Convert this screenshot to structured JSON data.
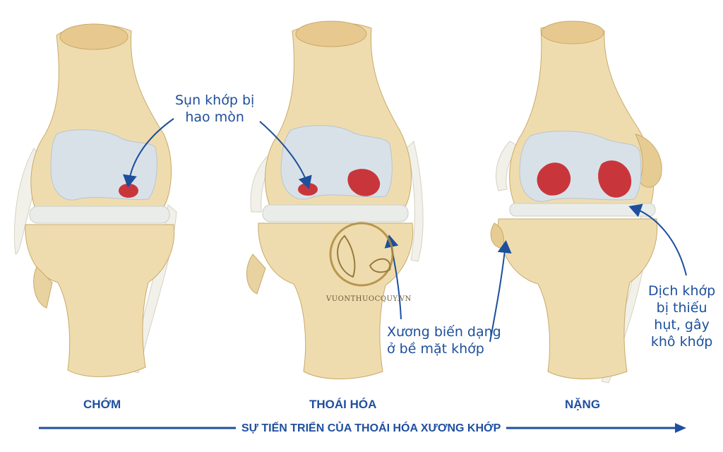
{
  "colors": {
    "bone": "#efdcae",
    "bone_dark": "#c9a96a",
    "cartilage": "#d9e1e8",
    "lesion": "#c8363c",
    "annotation_blue": "#1d4f9c",
    "label_blue": "#1f4fa0"
  },
  "annotations": {
    "cartilage_worn": [
      "Sụn khớp bị",
      "hao mòn"
    ],
    "bone_deformed": [
      "Xương biến dạng",
      "ở bề mặt khớp"
    ],
    "fluid_lacking": [
      "Dịch khớp",
      "bị thiếu",
      "hụt, gây",
      "khô khớp"
    ]
  },
  "stages": {
    "early": "CHỚM",
    "degeneration": "THOÁI HÓA",
    "severe": "NẶNG"
  },
  "progress_caption": "SỰ TIẾN TRIỂN CỦA THOÁI HÓA XƯƠNG KHỚP",
  "watermark": "VUONTHUOCQUY.VN"
}
